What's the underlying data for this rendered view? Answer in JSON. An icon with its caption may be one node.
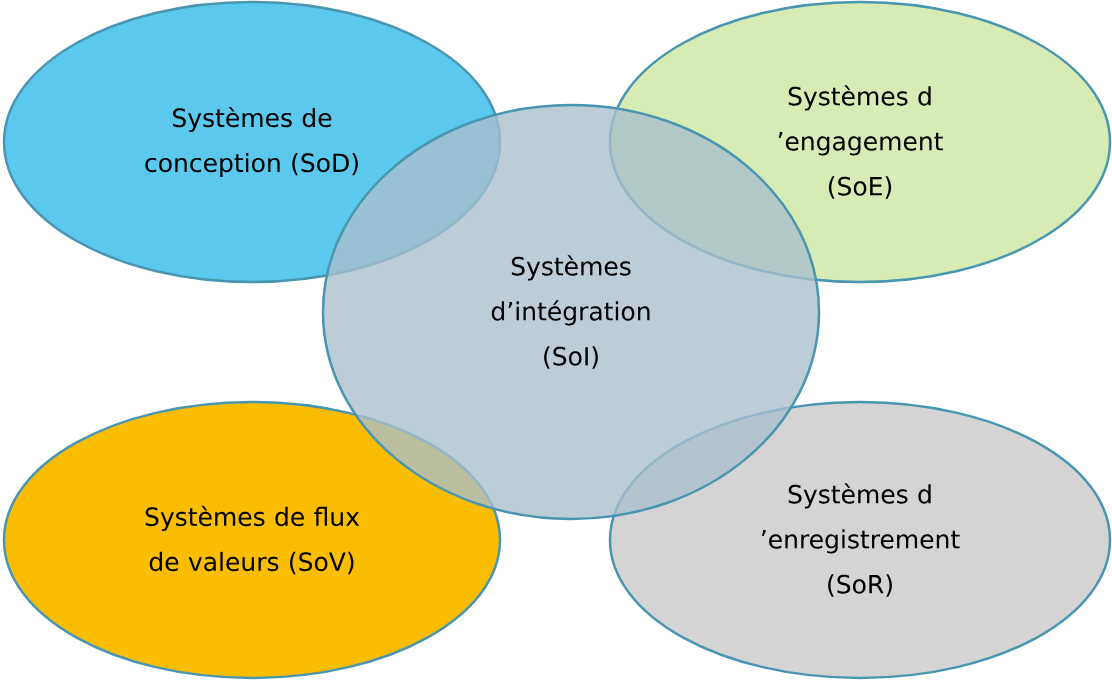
{
  "diagram": {
    "nodes": [
      {
        "text": [
          "Systèmes de conception (SoD)"
        ]
      },
      {
        "text": [
          "Systèmes d ’engagement (SoE)"
        ]
      },
      {
        "text": [
          "Systèmes de flux de valeurs (SoV)"
        ]
      },
      {
        "text": [
          "Systèmes d ’enregistrement (SoR)"
        ]
      },
      {
        "text": [
          "Systèmes d’intégration (SoI)"
        ]
      }
    ]
  }
}
